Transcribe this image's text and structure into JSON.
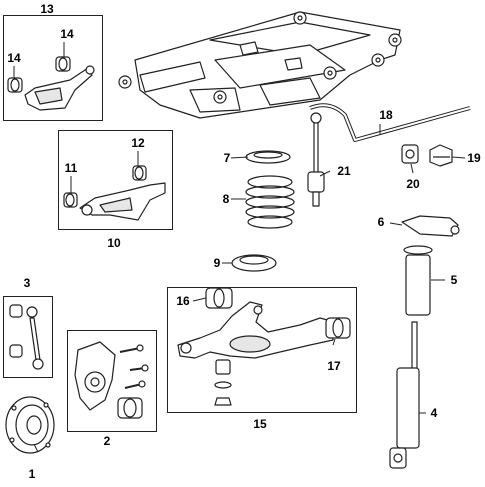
{
  "callouts": {
    "c1": "1",
    "c2": "2",
    "c3": "3",
    "c4": "4",
    "c5": "5",
    "c6": "6",
    "c7": "7",
    "c8": "8",
    "c9": "9",
    "c10": "10",
    "c11": "11",
    "c12": "12",
    "c13": "13",
    "c14a": "14",
    "c14b": "14",
    "c15": "15",
    "c16": "16",
    "c17": "17",
    "c18": "18",
    "c19": "19",
    "c20": "20",
    "c21": "21"
  },
  "colors": {
    "line": "#222222",
    "fill": "#ffffff",
    "shade": "#e6e6e6"
  }
}
